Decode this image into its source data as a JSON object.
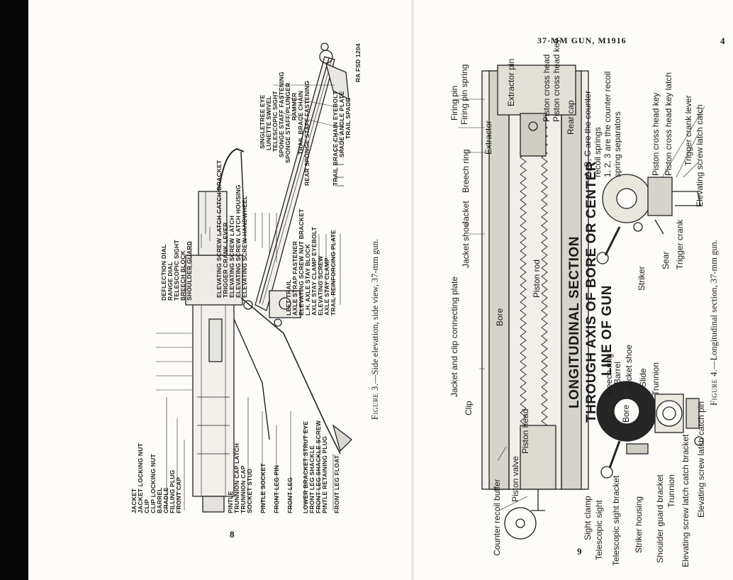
{
  "left_page": {
    "page_number": "8",
    "caption_label": "Figure 3",
    "caption_text": ".—Side elevation, side view, 37-mm gun.",
    "drawing_ref": "RA FSD 1204",
    "labels_top": [
      "SINGLETREE EYE",
      "LUNETTE SWIVEL",
      "TELESCOPIC SIGHT",
      "SPONGE STAFF FASTENING",
      "SPONGE STAFF PLUNGER",
      "RAMMER",
      "TRAIL BRACE CHAIN",
      "REAR SPONGE STAFF FASTENING",
      "TRAIL BRACE CHAIN EYEBOLT",
      "SPADE ANGLE PLATE",
      "TRAIL SPADE"
    ],
    "labels_middle": [
      "ELEVATING SCREW LATCH CATCH BRACKET",
      "TRIGGER CRANK LEVER",
      "ELEVATING SCREW LATCH",
      "ELEVATING SCREW LATCH HOUSING",
      "ELEVATING SCREW HANDWHEEL",
      "LEFT TRAIL",
      "AXLE STRAP FASTENER",
      "ELEVATING SCREW NUT BRACKET",
      "L.H. AXLE STAY BLOCK",
      "AXLE STAY CLAMP EYEBOLT",
      "ELEVATING SCREW",
      "AXLE STAY CLAMP",
      "TRAIL REINFORCING PLATE"
    ],
    "labels_sight": [
      "DEFLECTION DIAL",
      "RANGE DIAL",
      "TELESCOPIC SIGHT",
      "BREECH BLOCK",
      "SHOULDER GUARD"
    ],
    "labels_bottom": [
      "JACKET",
      "JACKET LOCKING NUT",
      "CLIP",
      "CLIP LOCKING NUT",
      "BARREL",
      "CRADLE",
      "FILLING PLUG",
      "FRONT CAP",
      "PINTLE",
      "TRUNNION CAP LATCH",
      "TRUNNION CAP",
      "SOCKET STUD",
      "PINTLE SOCKET",
      "FRONT LEG PIN",
      "FRONT LEG",
      "LOWER BRACKET STRUT EYE",
      "FRONT LEG SHACKLE",
      "FRONT LEG SHACKLE SCREW",
      "PINTLE RETAINING PLUG",
      "FRONT LEG FLOAT"
    ]
  },
  "right_page": {
    "running_head": "37-MM GUN, M1916",
    "header_page_number": "4",
    "page_number": "9",
    "caption_label": "Figure 4",
    "caption_text": ".—Longitudinal section, 37-mm gun.",
    "section_title": [
      "LONGITUDINAL SECTION",
      "THROUGH AXIS OF BORE OR CENTER",
      "LINE OF GUN"
    ],
    "notes": [
      "A, B, C are the counter",
      "recoil springs",
      "1, 2, 3 are the counter recoil",
      "spring separators"
    ],
    "labels_top": [
      "Firing pin",
      "Firing pin spring",
      "Extractor",
      "Extractor pin",
      "Piston cross head",
      "Piston cross head key",
      "Rear cap"
    ],
    "labels_gun": [
      "Breech ring",
      "Jacket",
      "Jacket shoe",
      "Jacket and clip connecting plate",
      "Clip",
      "Bore",
      "Piston rod",
      "Piston head",
      "Piston valve",
      "Counter recoil buffer"
    ],
    "labels_section": [
      "Piston cross head key",
      "Piston cross head key latch",
      "Trigger crank lever",
      "Elevating screw latch catch",
      "Striker",
      "Sear",
      "Trigger crank"
    ],
    "labels_breech": [
      "Breech ring",
      "Barrel",
      "Jacket shoe",
      "Slide",
      "Trunnion",
      "Bore",
      "Sight clamp",
      "Telescopic sight",
      "Telescopic sight bracket",
      "Striker housing",
      "Shoulder guard bracket",
      "Trunnion",
      "Elevating screw latch catch bracket",
      "Elevating screw latch catch pin"
    ]
  }
}
